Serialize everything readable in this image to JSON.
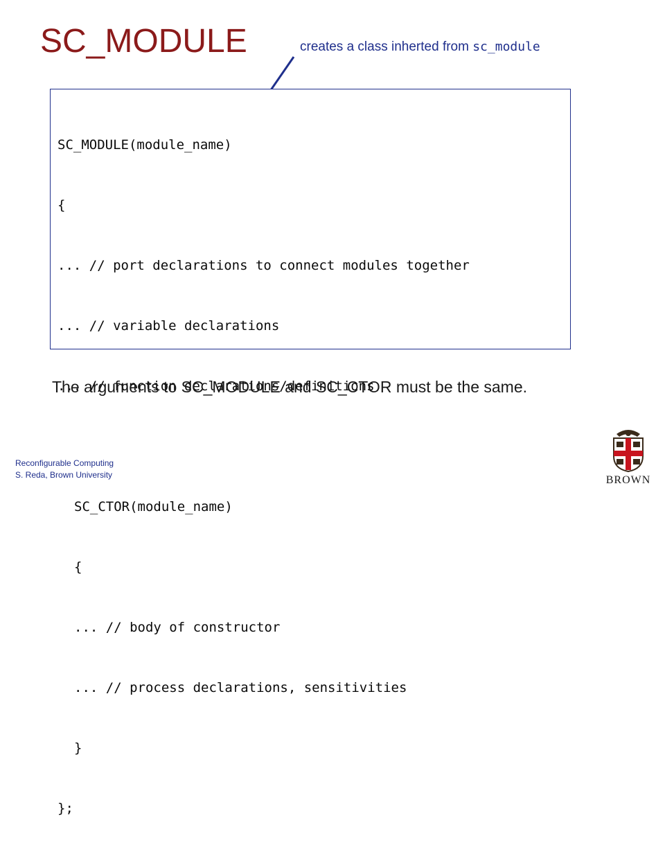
{
  "slide": {
    "title": "SC_MODULE",
    "annotation_prefix": "creates a class inherted from ",
    "annotation_code": "sc_module",
    "code_lines": [
      "SC_MODULE(module_name)",
      "{",
      "... // port declarations to connect modules together",
      "... // variable declarations",
      "... // function declarations/definitions",
      "",
      "SC_CTOR(module_name)",
      "{",
      "... // body of constructor",
      "... // process declarations, sensitivities",
      "}",
      "};"
    ],
    "note": "The arguments to SC_MODULE and SC_CTOR must be the same."
  },
  "footer": {
    "line1": "Reconfigurable Computing",
    "line2": "S. Reda, Brown University"
  },
  "logo": {
    "text": "BROWN",
    "icon": "brown-university-shield-icon"
  },
  "colors": {
    "title": "#8b1a1a",
    "accent": "#1f2f8c",
    "text": "#1a1a1a"
  }
}
